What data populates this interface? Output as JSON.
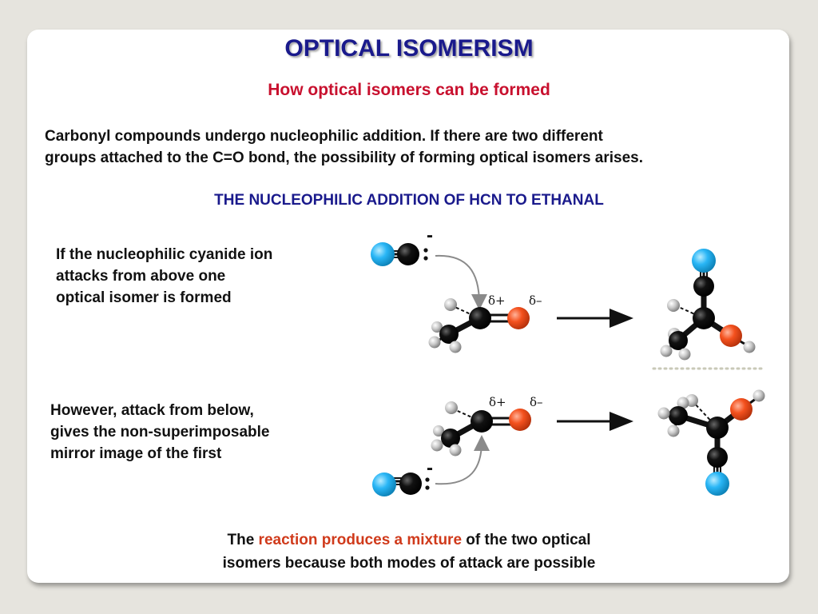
{
  "title": "OPTICAL ISOMERISM",
  "subtitle": "How optical isomers can be formed",
  "intro": {
    "line1": "Carbonyl compounds undergo nucleophilic addition. If there are two different",
    "line2": "groups attached to the C=O bond, the possibility of forming optical isomers arises."
  },
  "heading2": "THE NUCLEOPHILIC ADDITION OF HCN TO ETHANAL",
  "para_above": {
    "line1": "If the nucleophilic cyanide ion",
    "line2": "attacks from above one",
    "line3": "optical isomer is formed"
  },
  "para_below": {
    "line1": "However, attack from below,",
    "line2": "gives the non-superimposable",
    "line3": "mirror image of the first"
  },
  "diagram": {
    "delta_plus": "δ+",
    "delta_minus": "δ–",
    "charge_minus": "-"
  },
  "conclusion": {
    "pre": "The ",
    "highlight": "reaction produces a mixture",
    "post": " of the two optical",
    "line2": "isomers because both modes of attack are possible"
  },
  "colors": {
    "title": "#1a1a8c",
    "subtitle": "#c8102e",
    "highlight": "#d03a1b",
    "nitrogen": "#29b6f6",
    "oxygen": "#f4511e",
    "carbon": "#111111",
    "hydrogen": "#c8c8c8"
  }
}
